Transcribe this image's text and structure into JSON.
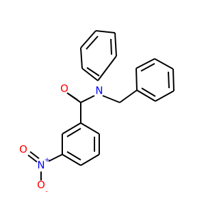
{
  "molecule": {
    "atoms": {
      "carbonyl_oxygen": {
        "symbol": "O",
        "color": "#ff0000"
      },
      "amide_nitrogen": {
        "symbol": "N",
        "color": "#0000ff"
      },
      "nitro_nitrogen": {
        "symbol": "N",
        "charge": "+",
        "color": "#0000ff"
      },
      "nitro_oxygen_left": {
        "symbol": "O",
        "color": "#ff0000"
      },
      "nitro_oxygen_bottom": {
        "symbol": "O",
        "charge": "-",
        "color": "#ff0000"
      }
    },
    "bond_color": "#000000"
  }
}
